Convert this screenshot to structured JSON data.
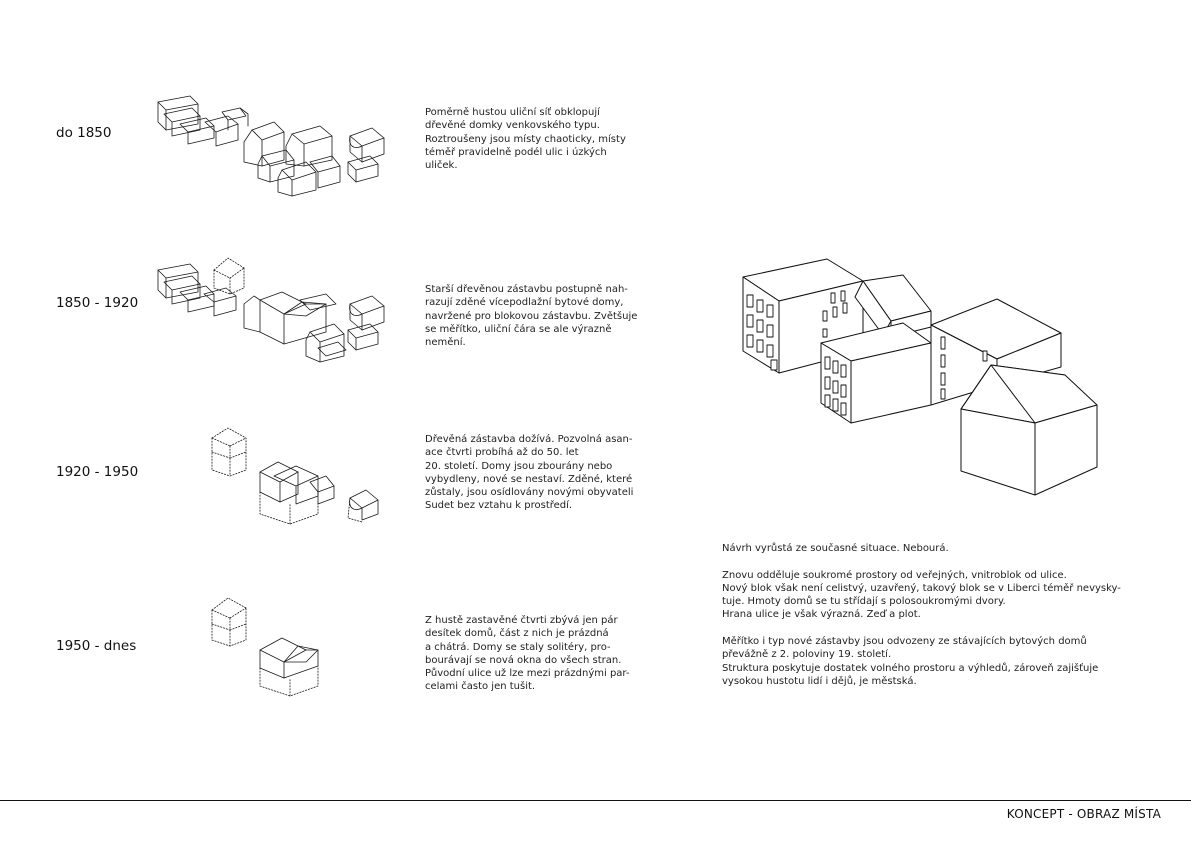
{
  "periods": [
    {
      "label": "do 1850",
      "text": "Poměrně hustou uliční síť obklopují\ndřevěné domky venkovského typu.\nRoztroušeny jsou místy chaoticky, místy\ntéměř pravidelně podél ulic i úzkých\nuliček."
    },
    {
      "label": "1850 - 1920",
      "text": "Starší dřevěnou zástavbu postupně nah-\nrazují zděné vícepodlažní bytové domy,\nnavržené pro blokovou zástavbu. Zvětšuje\nse měřítko, uliční čára se ale výrazně\nnemění."
    },
    {
      "label": "1920 - 1950",
      "text": "Dřevěná zástavba dožívá. Pozvolná asan-\nace čtvrti probíhá až do 50. let\n20. století. Domy jsou zbourány nebo\nvybydleny, nové se nestaví. Zděné, které\nzůstaly, jsou osídlovány novými obyvateli\nSudet bez vztahu k prostředí."
    },
    {
      "label": "1950 - dnes",
      "text": "Z hustě zastavěné čtvrti zbývá jen pár\ndesítek domů, část z nich je prázdná\na chátrá. Domy se staly solitéry, pro-\nbourávají se nová okna do všech stran.\nPůvodní ulice už lze mezi prázdnými par-\ncelami často jen tušit."
    }
  ],
  "concept": {
    "p1": "Návrh vyrůstá ze současné situace. Nebourá.",
    "p2": "Znovu odděluje soukromé prostory od veřejných, vnitroblok od ulice.\nNový blok však není celistvý, uzavřený, takový blok se v Liberci téměř nevysky-\ntuje. Hmoty domů se tu střídají s polosoukromými dvory.\nHrana ulice je však výrazná. Zeď a plot.",
    "p3": "Měřítko i typ nové zástavby jsou odvozeny ze stávajících bytových domů\npřevážně z 2. poloviny 19. století.\nStruktura poskytuje dostatek volného prostoru a výhledů, zároveň zajišťuje\nvysokou hustotu lidí i dějů, je městská."
  },
  "footer": {
    "title": "KONCEPT - OBRAZ MÍSTA"
  }
}
